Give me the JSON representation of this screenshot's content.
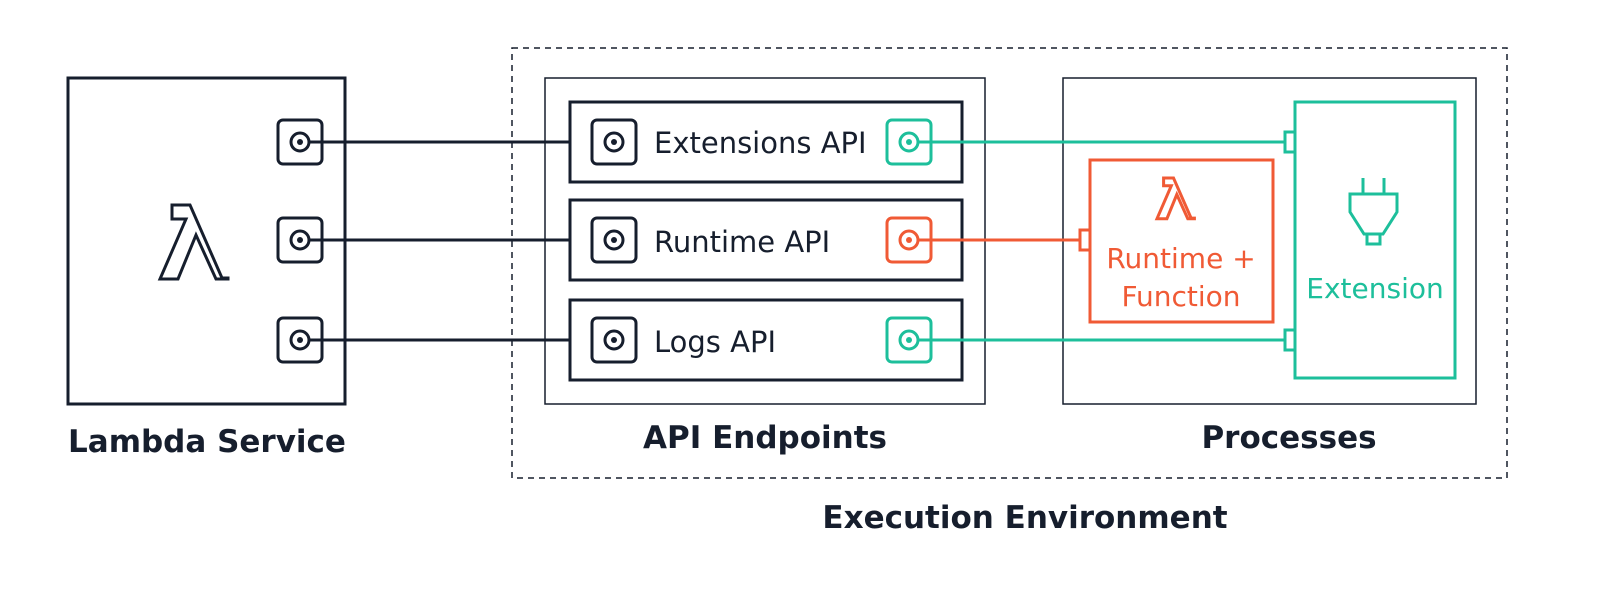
{
  "colors": {
    "dark": "#161e2d",
    "teal": "#1dbf9b",
    "orange": "#f05a35",
    "dashed": "#161e2d"
  },
  "lambda_service": {
    "label": "Lambda Service",
    "icon": "lambda-icon"
  },
  "execution_environment": {
    "label": "Execution Environment"
  },
  "api_endpoints": {
    "label": "API Endpoints",
    "items": [
      {
        "label": "Extensions API"
      },
      {
        "label": "Runtime API"
      },
      {
        "label": "Logs API"
      }
    ]
  },
  "processes": {
    "label": "Processes",
    "runtime_function": {
      "line1": "Runtime +",
      "line2": "Function",
      "icon": "lambda-icon"
    },
    "extension": {
      "label": "Extension",
      "icon": "plug-icon"
    }
  }
}
